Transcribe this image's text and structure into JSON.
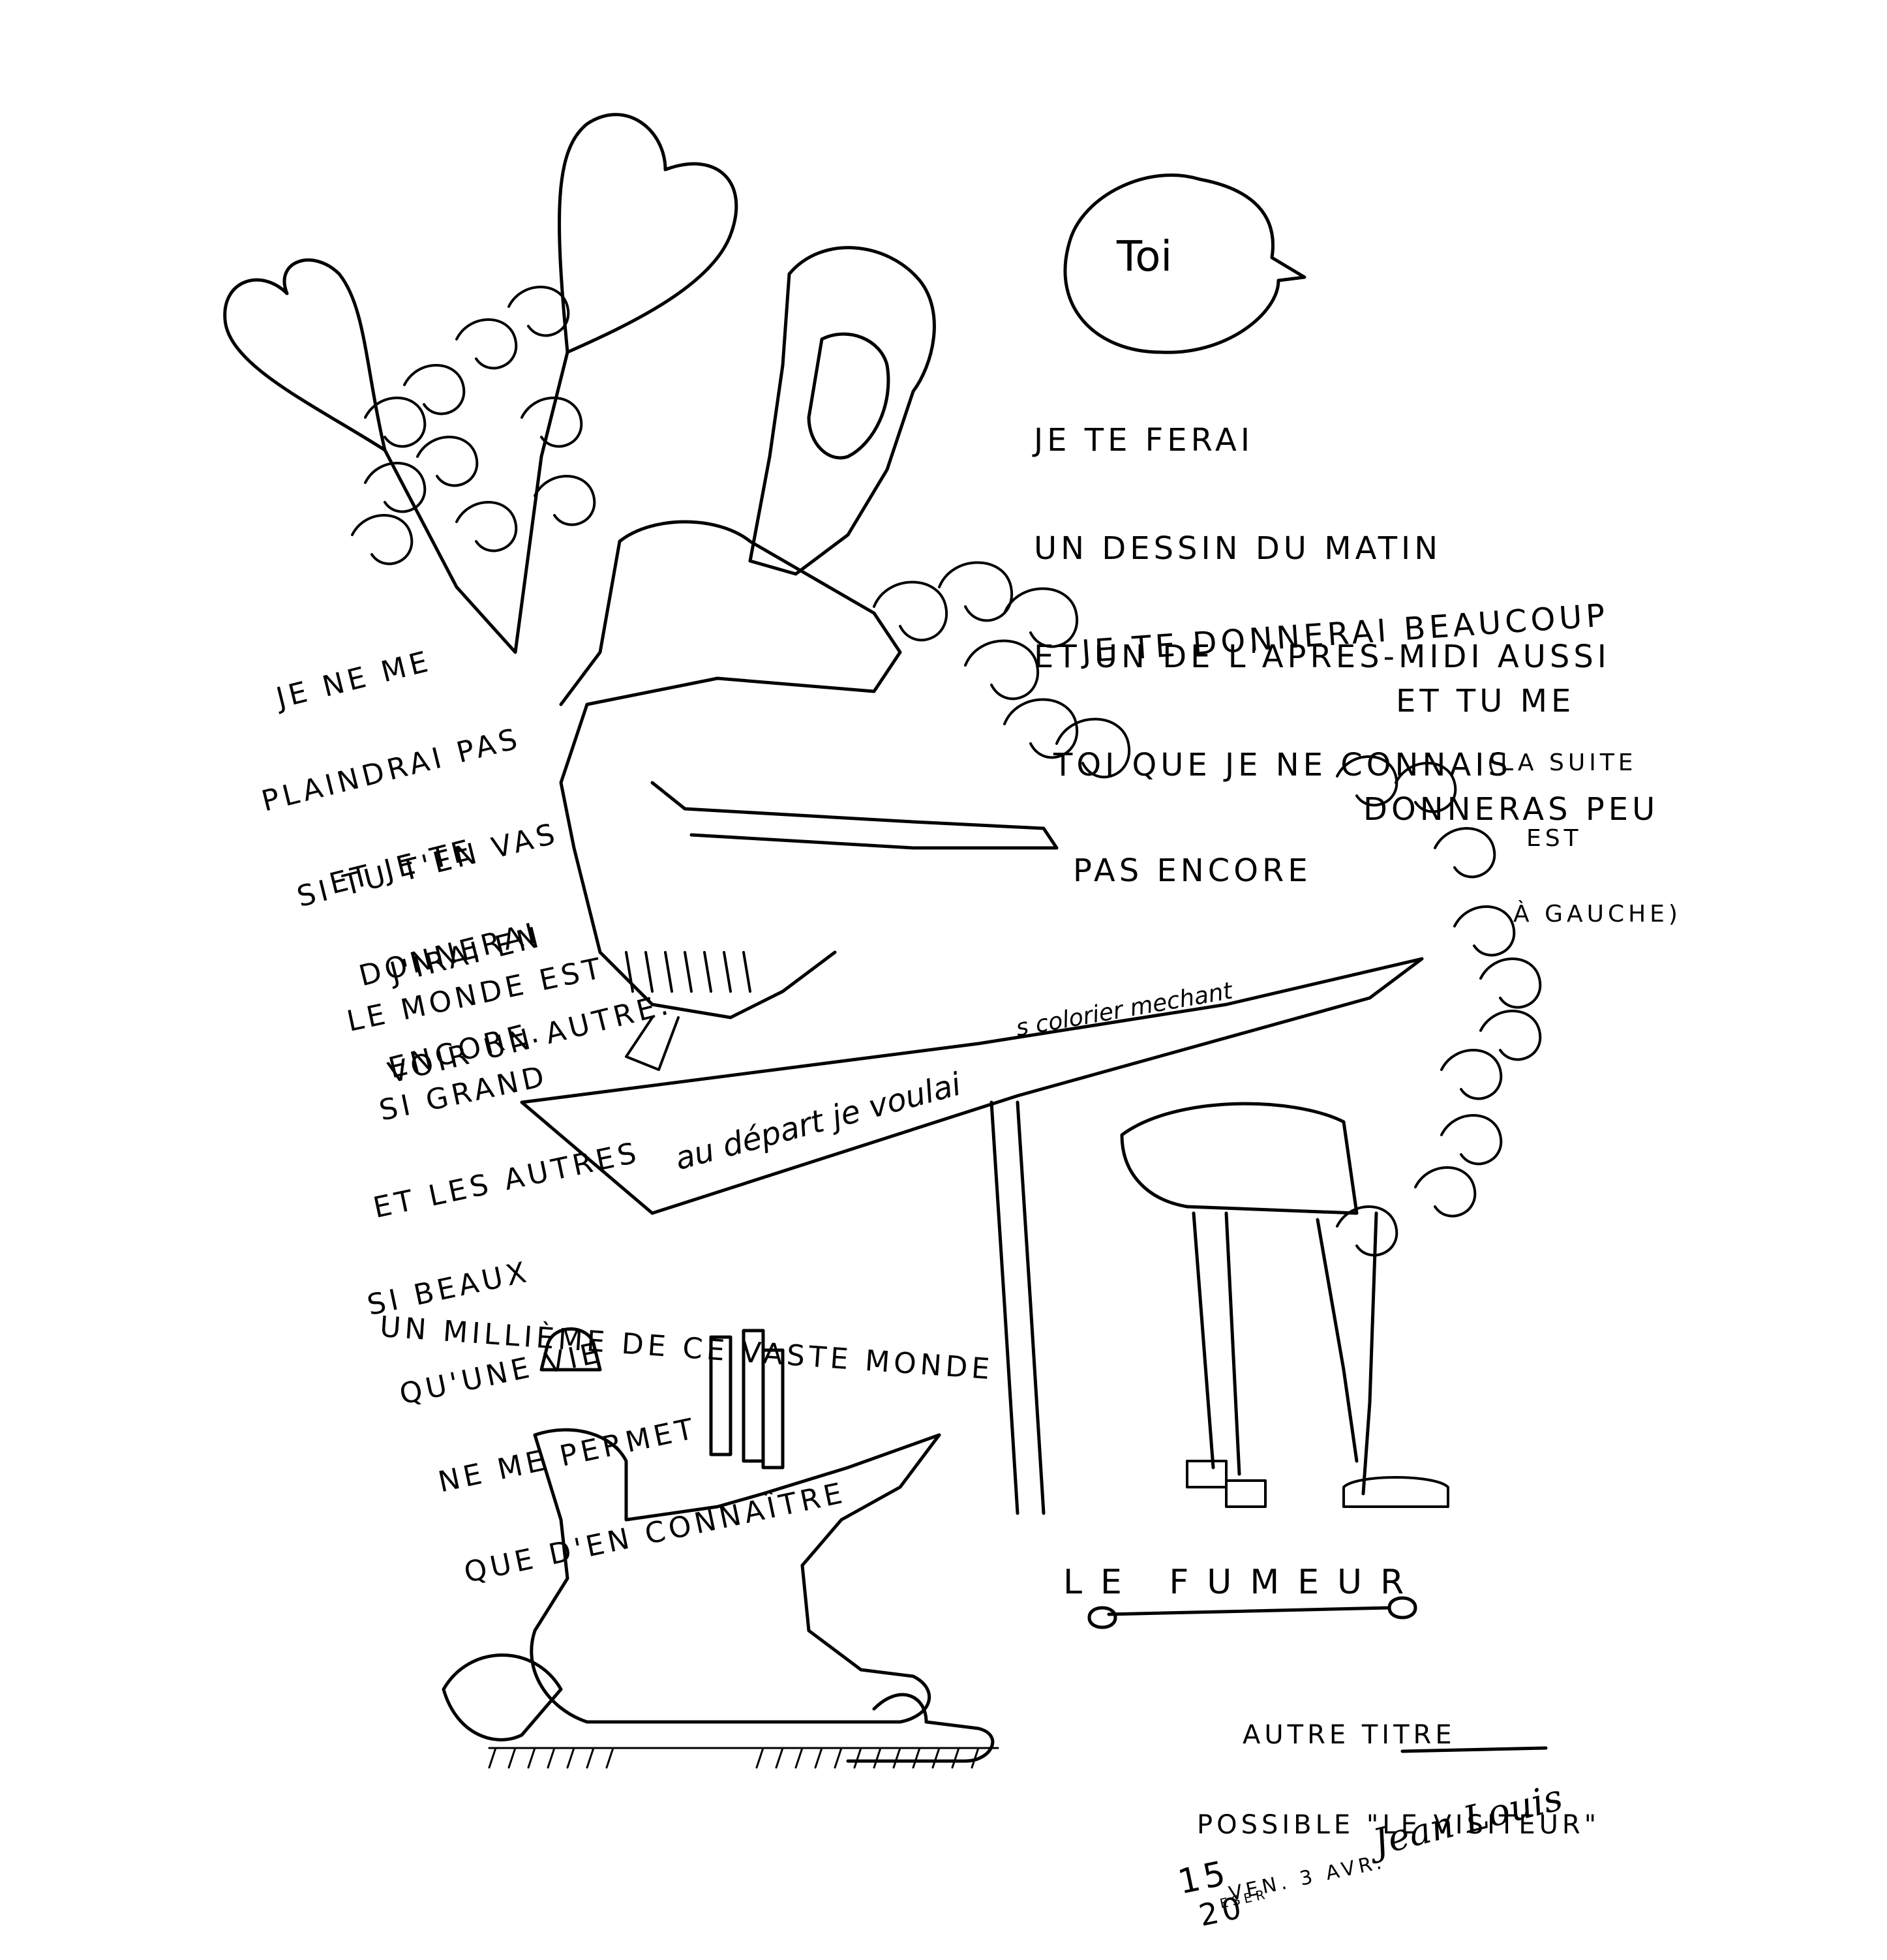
{
  "speech_bubble": {
    "text": "Toi"
  },
  "top_right_text": [
    "Je te ferai",
    "un dessin du matin",
    "et un de l'après-midi aussi",
    "toi que je ne connais",
    "pas encore"
  ],
  "right_middle_text": [
    "Je te donnerai beaucoup",
    "et tu me",
    "donneras peu"
  ],
  "parenthetical_note": [
    "(la suite",
    "est",
    "à gauche)"
  ],
  "left_text": {
    "block1": [
      "Je ne me",
      "plaindrai pas",
      "et je te",
      "donnerai",
      "encore."
    ],
    "block2": [
      "Si tu t'en vas",
      "j'irai en",
      "voir un autre."
    ],
    "block3": [
      "Le monde est",
      "si grand",
      "et les autres",
      "si beaux",
      "qu'une vie",
      "ne me permet",
      "que d'en connaître",
      "un millième de ce vaste monde"
    ]
  },
  "table_text_left": "au départ je voulai",
  "table_text_right": "s colorier mechant",
  "title": {
    "text": "Le Fumeur"
  },
  "alt_title": {
    "line1": "Autre titre",
    "line2": "possible \"le visiteur\""
  },
  "date_note": [
    "15",
    "20",
    "ven. 3 avr.",
    "eser"
  ],
  "signature": "Jean Louis",
  "colors": {
    "ink": "#000000",
    "paper": "#ffffff"
  }
}
